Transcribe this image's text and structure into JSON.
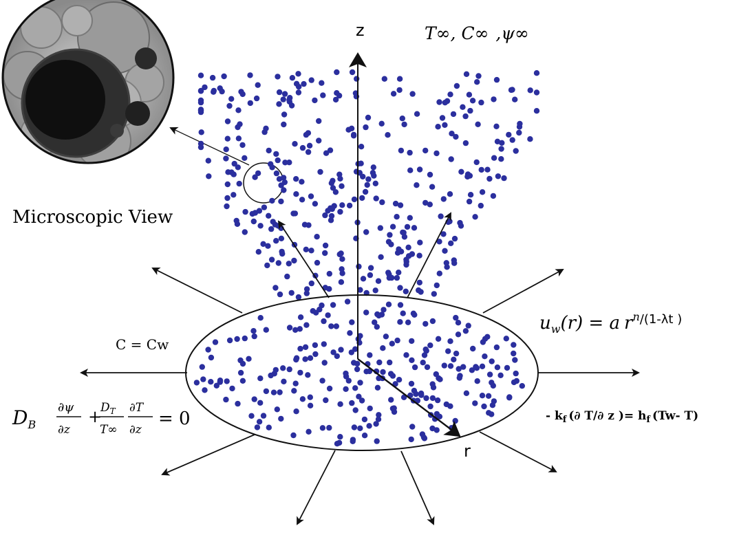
{
  "colors": {
    "particle": "#2b2f9e",
    "line": "#111111",
    "background": "#ffffff"
  },
  "labels": {
    "z_axis": "z",
    "r_axis": "r",
    "ambient": "T∞, C∞ ,ψ∞",
    "inset_caption": "Microscopic View",
    "wall_concentration": "C = Cw",
    "stretching_velocity": "uw(r) = a rn/(1-λt )",
    "convective_bc": "- kf (∂ T/∂ z )= hf (Tw- T)",
    "flux_bc": "DB ∂ψ/∂z + DT/T∞ ∂T/∂z = 0"
  },
  "eq": {
    "u": "u",
    "w": "w",
    "r_paren": "(r) = ",
    "a": "a",
    "r": "r",
    "n": "n",
    "lambda_tail": "/(1-λt  )",
    "kf_pre": "- k",
    "f": "f",
    "kf_mid": "(∂ T/∂ z )= h",
    "hf_tail": "(Tw- T)",
    "D": "D",
    "B": "B",
    "psi_num": "∂ψ",
    "dz": "∂z",
    "DT_num": "D",
    "T_sub": "T",
    "Tinf_den": "T∞",
    "dT_num": "∂T",
    "dz2": "∂z",
    "plus": "+",
    "eq_zero": "= 0",
    "T_inf": "T∞,",
    "C_inf": "C∞",
    "psi_inf": ",ψ∞"
  },
  "icons": [
    "nanoparticle-dot",
    "microscope-inset"
  ]
}
